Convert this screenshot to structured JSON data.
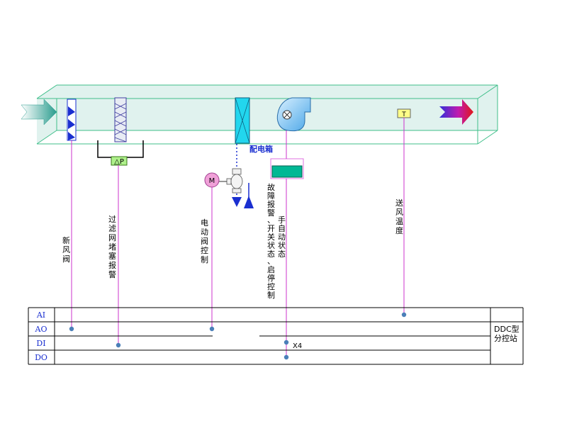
{
  "labels": {
    "fresh_air_valve": [
      "新",
      "风",
      "阀"
    ],
    "filter_alarm": [
      "过",
      "滤",
      "网",
      "堵",
      "塞",
      "报",
      "警"
    ],
    "valve_control": [
      "电",
      "动",
      "阀",
      "控",
      "制"
    ],
    "fan_status_col1": [
      "故",
      "障",
      "报",
      "警",
      "、",
      "开",
      "关",
      "状",
      "态",
      "、",
      "启",
      "停",
      "控",
      "制"
    ],
    "fan_status_col2": [
      "手",
      "自",
      "动",
      "状",
      "态"
    ],
    "supply_temp": [
      "送",
      "风",
      "温",
      "度"
    ]
  },
  "cabinet_label": "配电箱",
  "dp_sensor": "△P",
  "motor": "M",
  "temp_sensor": "T",
  "x4": "X4",
  "rows": [
    "AI",
    "AO",
    "DI",
    "DO"
  ],
  "ddc_lines": [
    "DDC型",
    "分控站"
  ],
  "colors": {
    "duct_edge": "#3fbf8a",
    "signal": "#cc33cc",
    "coil": "#22d6ee",
    "panel": "#00b894",
    "arrow": "#cc1a3a"
  }
}
